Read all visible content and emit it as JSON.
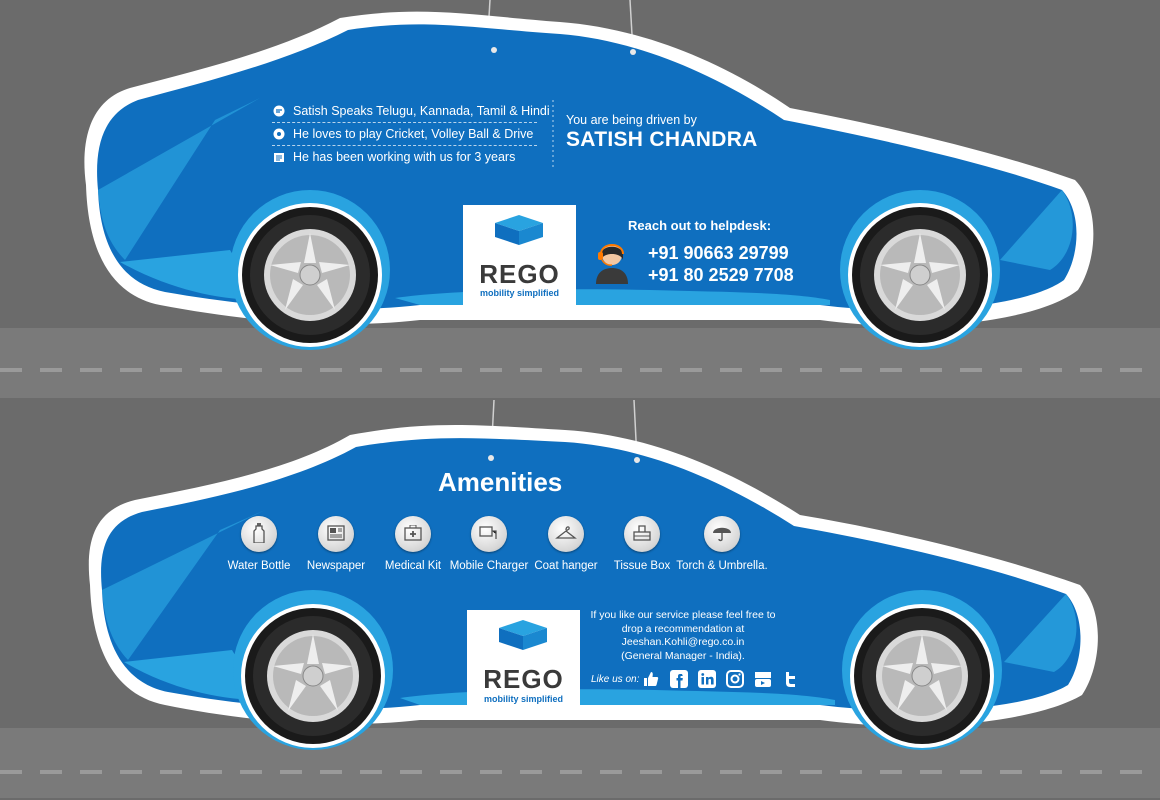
{
  "top_card": {
    "facts": [
      {
        "icon": "speech-icon",
        "text": "Satish Speaks Telugu, Kannada, Tamil & Hindi"
      },
      {
        "icon": "ball-icon",
        "text": "He loves to play Cricket, Volley Ball & Drive"
      },
      {
        "icon": "calendar-icon",
        "text": "He has been working with us for 3 years"
      }
    ],
    "driven_by_label": "You are being driven by",
    "driver_name": "SATISH CHANDRA",
    "helpdesk_label": "Reach out to helpdesk:",
    "phones": [
      "+91 90663 29799",
      "+91 80 2529 7708"
    ],
    "logo": {
      "brand": "REGO",
      "tagline": "mobility simplified"
    }
  },
  "bottom_card": {
    "title": "Amenities",
    "amenities": [
      {
        "icon": "water-bottle-icon",
        "label": "Water Bottle"
      },
      {
        "icon": "newspaper-icon",
        "label": "Newspaper"
      },
      {
        "icon": "medical-kit-icon",
        "label": "Medical Kit"
      },
      {
        "icon": "mobile-charger-icon",
        "label": "Mobile Charger"
      },
      {
        "icon": "coat-hanger-icon",
        "label": "Coat hanger"
      },
      {
        "icon": "tissue-box-icon",
        "label": "Tissue Box"
      },
      {
        "icon": "umbrella-icon",
        "label": "Torch & Umbrella."
      }
    ],
    "recommend_lines": [
      "If you like our service please feel free to",
      "drop a recommendation at",
      "Jeeshan.Kohli@rego.co.in",
      "(General Manager - India)."
    ],
    "like_us_label": "Like us on:",
    "social_icons": [
      "thumbs-up-icon",
      "facebook-icon",
      "linkedin-icon",
      "instagram-icon",
      "youtube-icon",
      "twitter-icon"
    ],
    "logo": {
      "brand": "REGO",
      "tagline": "mobility simplified"
    }
  },
  "colors": {
    "body": "#0f6fbf",
    "accent": "#29a3e0",
    "background": "#6b6b6b",
    "road": "#7a7a7a"
  }
}
